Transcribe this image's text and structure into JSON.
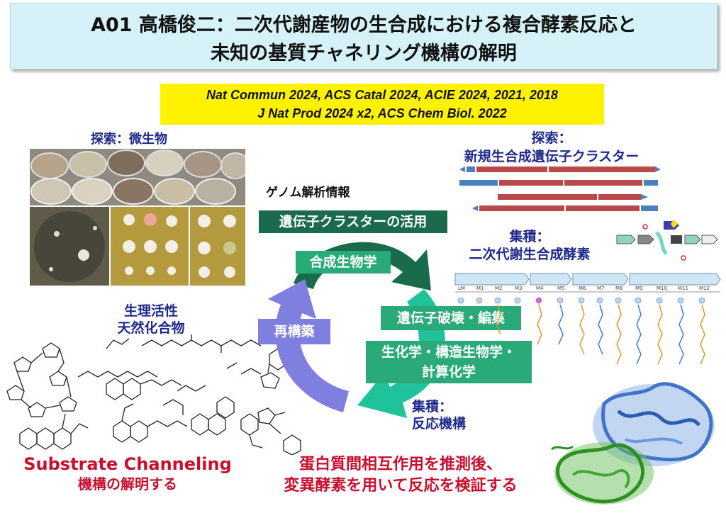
{
  "title": {
    "line1": "A01 高橋俊二：二次代謝産物の生合成における複合酵素反応と",
    "line2": "未知の基質チャネリング機構の解明"
  },
  "publications": {
    "line1": "Nat Commun 2024, ACS Catal 2024, ACIE 2024, 2021, 2018",
    "line2": "J Nat Prod 2024 x2, ACS Chem Biol. 2022"
  },
  "left": {
    "explore_microbes": "探索：微生物",
    "bioactivity_line1": "生理活性",
    "bioactivity_line2": "天然化合物",
    "channeling_line1": "Substrate Channeling",
    "channeling_line2": "機構の解明する"
  },
  "center": {
    "genome_info": "ゲノム解析情報",
    "cluster_use": "遺伝子クラスターの活用",
    "synthetic_bio": "合成生物学",
    "gene_edit": "遺伝子破壊・編集",
    "biochem_line1": "生化学・構造生物学・",
    "biochem_line2": "計算化学",
    "reconstruct": "再構築",
    "accumulate": "集積：",
    "mechanism": "反応機構",
    "bottom_line1": "蛋白質間相互作用を推測後、",
    "bottom_line2": "変異酵素を用いて反応を検証する"
  },
  "right": {
    "explore_label": "探索：",
    "new_clusters": "新規生合成遺伝子クラスター",
    "accumulate_label": "集積：",
    "enzymes": "二次代謝生合成酵素",
    "modules": [
      "LM",
      "M1",
      "M2",
      "M3",
      "M4",
      "M5",
      "M6",
      "M7",
      "M8",
      "M9",
      "M10",
      "M11",
      "M12"
    ]
  },
  "colors": {
    "dark_green": "#1a6b4c",
    "mid_green": "#2aa979",
    "teal": "#1fc29a",
    "purple": "#7f7fe0",
    "navy_text": "#1f2a8c",
    "red_text": "#c8102e",
    "highlight": "#fff200",
    "title_bg": "#d4f2f8"
  }
}
